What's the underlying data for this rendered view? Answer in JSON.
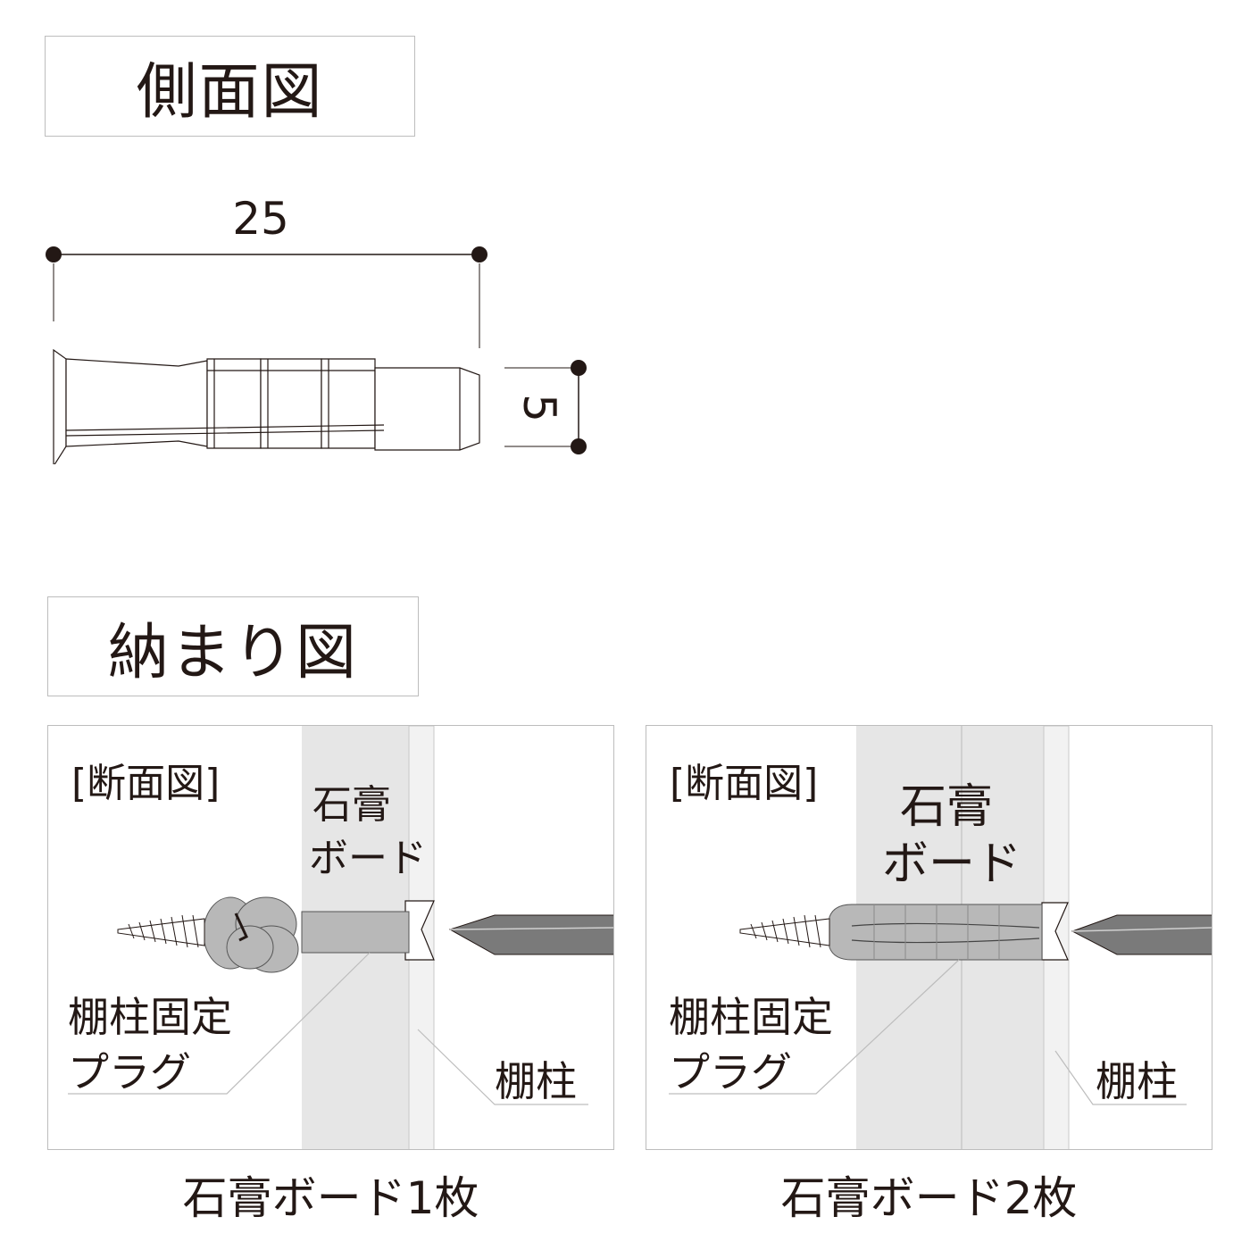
{
  "side_view": {
    "title": "側面図",
    "dim_length": "25",
    "dim_diameter": "5"
  },
  "install_view": {
    "title": "納まり図",
    "panels": [
      {
        "tag": "[断面図]",
        "board_label_line1": "石膏",
        "board_label_line2": "ボード",
        "plug_label_line1": "棚柱固定",
        "plug_label_line2": "プラグ",
        "post_label": "棚柱",
        "caption": "石膏ボード1枚"
      },
      {
        "tag": "[断面図]",
        "board_label_line1": "石膏",
        "board_label_line2": "ボード",
        "plug_label_line1": "棚柱固定",
        "plug_label_line2": "プラグ",
        "post_label": "棚柱",
        "caption": "石膏ボード2枚"
      }
    ]
  },
  "colors": {
    "ink": "#231815",
    "board": "#e6e6e6",
    "post": "#f2f2f2",
    "plug": "#b8b8b8",
    "screwdriver": "#7a7a7a",
    "border": "#bdbdbd"
  }
}
